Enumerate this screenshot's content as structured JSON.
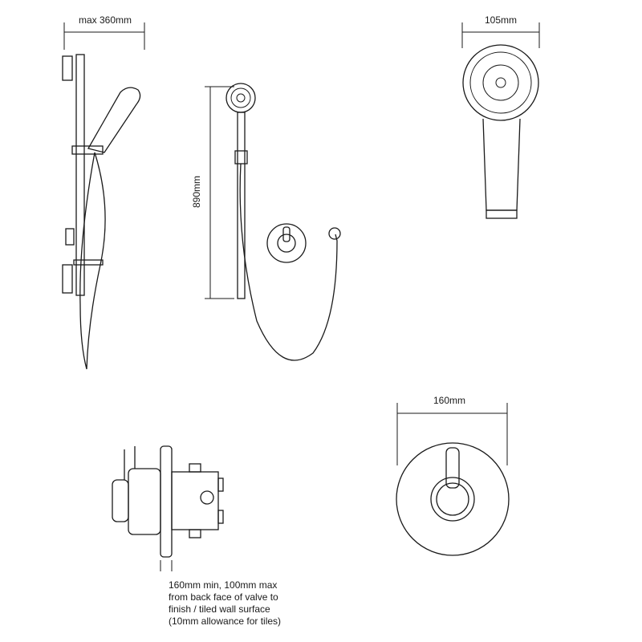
{
  "dimensions": {
    "rail_depth": "max 360mm",
    "rail_height": "890mm",
    "handset_width": "105mm",
    "control_width": "160mm"
  },
  "valve_note": {
    "lines": [
      "160mm min, 100mm max",
      "from back face of valve to",
      "finish / tiled wall surface",
      "(10mm allowance for tiles)"
    ]
  }
}
